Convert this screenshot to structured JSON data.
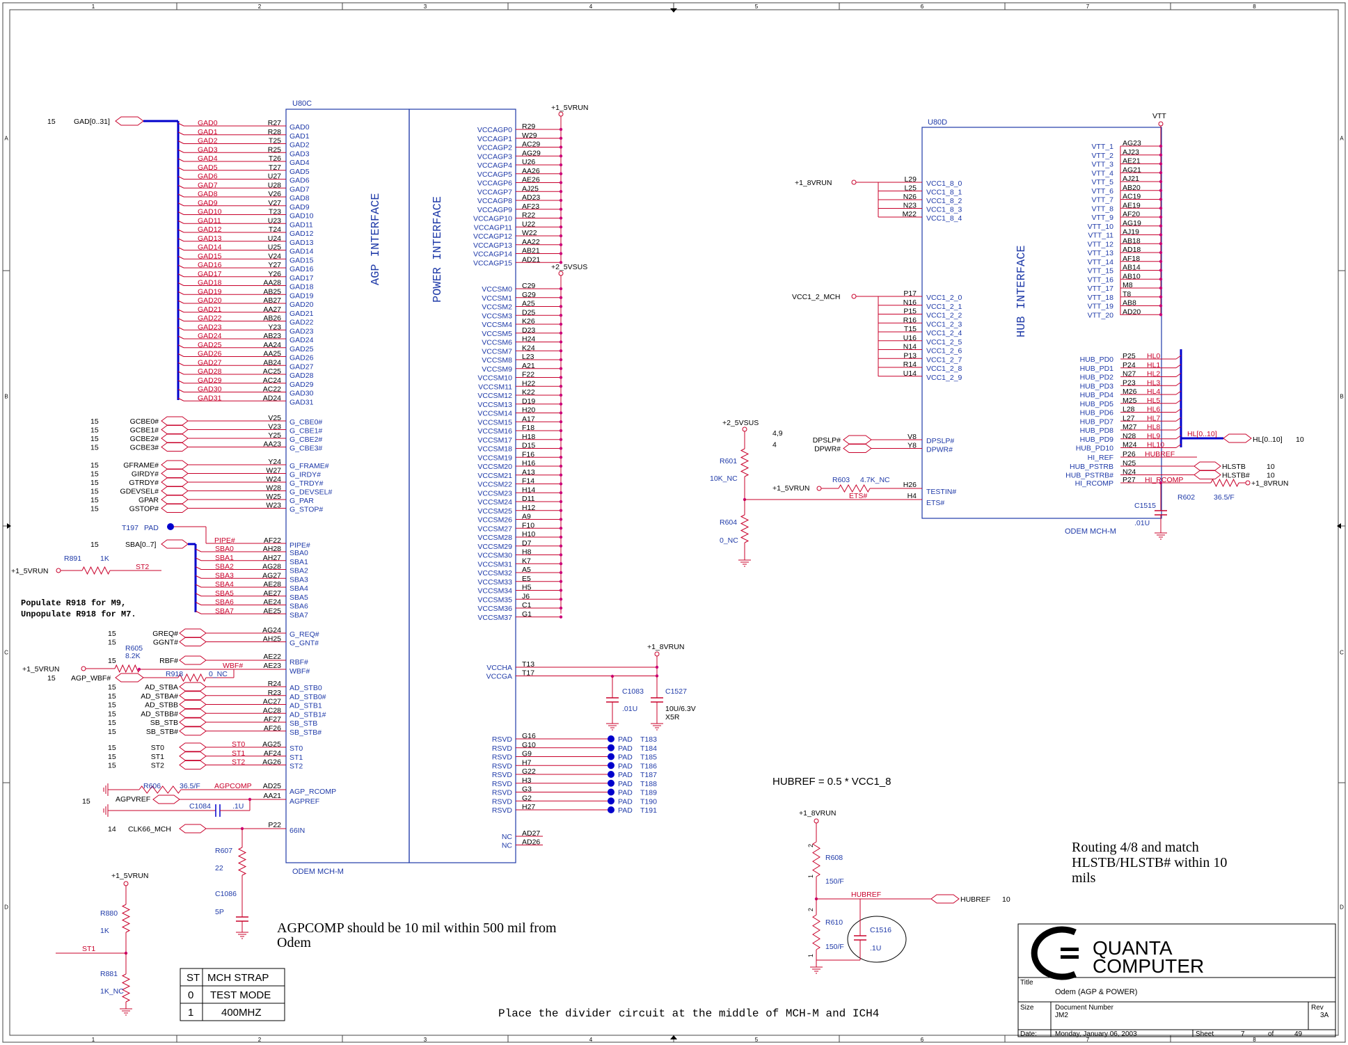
{
  "border": {
    "cols": [
      "1",
      "2",
      "3",
      "4",
      "5",
      "6",
      "7",
      "8"
    ],
    "rows": [
      "A",
      "B",
      "C",
      "D"
    ]
  },
  "u80c": {
    "ref": "U80C",
    "footer": "ODEM MCH-M",
    "agp_title": "AGP INTERFACE",
    "power_title": "POWER INTERFACE",
    "gad_port": {
      "sheet": "15",
      "name": "GAD[0..31]"
    },
    "gad": [
      {
        "net": "GAD0",
        "pin": "R27",
        "sig": "GAD0"
      },
      {
        "net": "GAD1",
        "pin": "R28",
        "sig": "GAD1"
      },
      {
        "net": "GAD2",
        "pin": "T25",
        "sig": "GAD2"
      },
      {
        "net": "GAD3",
        "pin": "R25",
        "sig": "GAD3"
      },
      {
        "net": "GAD4",
        "pin": "T26",
        "sig": "GAD4"
      },
      {
        "net": "GAD5",
        "pin": "T27",
        "sig": "GAD5"
      },
      {
        "net": "GAD6",
        "pin": "U27",
        "sig": "GAD6"
      },
      {
        "net": "GAD7",
        "pin": "U28",
        "sig": "GAD7"
      },
      {
        "net": "GAD8",
        "pin": "V26",
        "sig": "GAD8"
      },
      {
        "net": "GAD9",
        "pin": "V27",
        "sig": "GAD9"
      },
      {
        "net": "GAD10",
        "pin": "T23",
        "sig": "GAD10"
      },
      {
        "net": "GAD11",
        "pin": "U23",
        "sig": "GAD11"
      },
      {
        "net": "GAD12",
        "pin": "T24",
        "sig": "GAD12"
      },
      {
        "net": "GAD13",
        "pin": "U24",
        "sig": "GAD13"
      },
      {
        "net": "GAD14",
        "pin": "U25",
        "sig": "GAD14"
      },
      {
        "net": "GAD15",
        "pin": "V24",
        "sig": "GAD15"
      },
      {
        "net": "GAD16",
        "pin": "Y27",
        "sig": "GAD16"
      },
      {
        "net": "GAD17",
        "pin": "Y26",
        "sig": "GAD17"
      },
      {
        "net": "GAD18",
        "pin": "AA28",
        "sig": "GAD18"
      },
      {
        "net": "GAD19",
        "pin": "AB25",
        "sig": "GAD19"
      },
      {
        "net": "GAD20",
        "pin": "AB27",
        "sig": "GAD20"
      },
      {
        "net": "GAD21",
        "pin": "AA27",
        "sig": "GAD21"
      },
      {
        "net": "GAD22",
        "pin": "AB26",
        "sig": "GAD22"
      },
      {
        "net": "GAD23",
        "pin": "Y23",
        "sig": "GAD23"
      },
      {
        "net": "GAD24",
        "pin": "AB23",
        "sig": "GAD24"
      },
      {
        "net": "GAD25",
        "pin": "AA24",
        "sig": "GAD25"
      },
      {
        "net": "GAD26",
        "pin": "AA25",
        "sig": "GAD26"
      },
      {
        "net": "GAD27",
        "pin": "AB24",
        "sig": "GAD27"
      },
      {
        "net": "GAD28",
        "pin": "AC25",
        "sig": "GAD28"
      },
      {
        "net": "GAD29",
        "pin": "AC24",
        "sig": "GAD29"
      },
      {
        "net": "GAD30",
        "pin": "AC22",
        "sig": "GAD30"
      },
      {
        "net": "GAD31",
        "pin": "AD24",
        "sig": "GAD31"
      }
    ],
    "gcbe": [
      {
        "sheet": "15",
        "port": "GCBE0#",
        "pin": "V25",
        "sig": "G_CBE0#"
      },
      {
        "sheet": "15",
        "port": "GCBE1#",
        "pin": "V23",
        "sig": "G_CBE1#"
      },
      {
        "sheet": "15",
        "port": "GCBE2#",
        "pin": "Y25",
        "sig": "G_CBE2#"
      },
      {
        "sheet": "15",
        "port": "GCBE3#",
        "pin": "AA23",
        "sig": "G_CBE3#"
      }
    ],
    "gctl": [
      {
        "sheet": "15",
        "port": "GFRAME#",
        "pin": "Y24",
        "sig": "G_FRAME#"
      },
      {
        "sheet": "15",
        "port": "GIRDY#",
        "pin": "W27",
        "sig": "G_IRDY#"
      },
      {
        "sheet": "15",
        "port": "GTRDY#",
        "pin": "W24",
        "sig": "G_TRDY#"
      },
      {
        "sheet": "15",
        "port": "GDEVSEL#",
        "pin": "W28",
        "sig": "G_DEVSEL#"
      },
      {
        "sheet": "15",
        "port": "GPAR",
        "pin": "W25",
        "sig": "G_PAR"
      },
      {
        "sheet": "15",
        "port": "GSTOP#",
        "pin": "W23",
        "sig": "G_STOP#"
      }
    ],
    "t197": {
      "ref": "T197",
      "pad": "PAD"
    },
    "pipe": {
      "net": "PIPE#",
      "pin": "AF22",
      "sig": "PIPE#"
    },
    "sba_port": {
      "sheet": "15",
      "name": "SBA[0..7]"
    },
    "sba": [
      {
        "net": "SBA0",
        "pin": "AH28",
        "sig": "SBA0"
      },
      {
        "net": "SBA1",
        "pin": "AH27",
        "sig": "SBA1"
      },
      {
        "net": "SBA2",
        "pin": "AG28",
        "sig": "SBA2"
      },
      {
        "net": "SBA3",
        "pin": "AG27",
        "sig": "SBA3"
      },
      {
        "net": "SBA4",
        "pin": "AE28",
        "sig": "SBA4"
      },
      {
        "net": "SBA5",
        "pin": "AE27",
        "sig": "SBA5"
      },
      {
        "net": "SBA6",
        "pin": "AE24",
        "sig": "SBA6"
      },
      {
        "net": "SBA7",
        "pin": "AE25",
        "sig": "SBA7"
      }
    ],
    "r891": {
      "ref": "R891",
      "val": "1K",
      "rail": "+1_5VRUN",
      "net": "ST2"
    },
    "note_r918": [
      "Populate R918 for M9,",
      "Unpopulate R918 for M7."
    ],
    "greq": [
      {
        "sheet": "15",
        "port": "GREQ#",
        "pin": "AG24",
        "sig": "G_REQ#"
      },
      {
        "sheet": "15",
        "port": "GGNT#",
        "pin": "AH25",
        "sig": "G_GNT#"
      }
    ],
    "rbf": {
      "sheet": "15",
      "port": "RBF#",
      "net": "WBF#",
      "pin1": "AE22",
      "pin2": "AE23",
      "sig1": "RBF#",
      "sig2": "WBF#"
    },
    "r605": {
      "ref": "R605",
      "val": "8.2K",
      "rail": "+1_5VRUN"
    },
    "r918": {
      "ref": "R918",
      "val": "0_NC"
    },
    "agp_wbf": {
      "sheet": "15",
      "port": "AGP_WBF#"
    },
    "strobes": [
      {
        "sheet": "15",
        "port": "AD_STBA",
        "pin": "R24",
        "sig": "AD_STB0"
      },
      {
        "sheet": "15",
        "port": "AD_STBA#",
        "pin": "R23",
        "sig": "AD_STB0#"
      },
      {
        "sheet": "15",
        "port": "AD_STBB",
        "pin": "AC27",
        "sig": "AD_STB1"
      },
      {
        "sheet": "15",
        "port": "AD_STBB#",
        "pin": "AC28",
        "sig": "AD_STB1#"
      },
      {
        "sheet": "15",
        "port": "SB_STB",
        "pin": "AF27",
        "sig": "SB_STB"
      },
      {
        "sheet": "15",
        "port": "SB_STB#",
        "pin": "AF26",
        "sig": "SB_STB#"
      }
    ],
    "st": [
      {
        "sheet": "15",
        "port": "ST0",
        "net": "ST0",
        "pin": "AG25",
        "sig": "ST0"
      },
      {
        "sheet": "15",
        "port": "ST1",
        "net": "ST1",
        "pin": "AF24",
        "sig": "ST1"
      },
      {
        "sheet": "15",
        "port": "ST2",
        "net": "ST2",
        "pin": "AG26",
        "sig": "ST2"
      }
    ],
    "rcomp": {
      "r606": "R606",
      "r606val": "36.5/F",
      "net": "AGPCOMP",
      "pin1": "AD25",
      "pin2": "AA21",
      "sig1": "AGP_RCOMP",
      "sig2": "AGPREF",
      "vref_sheet": "15",
      "vref": "AGPVREF",
      "c1084": "C1084",
      "c1084val": ".1U"
    },
    "clk": {
      "sheet": "14",
      "port": "CLK66_MCH",
      "pin": "P22",
      "sig": "66IN",
      "r607": "R607",
      "r607val": "22",
      "c1086": "C1086",
      "c1086val": "5P"
    },
    "vccagp_rail": "+1_5VRUN",
    "vccagp": [
      {
        "sig": "VCCAGP0",
        "pin": "R29"
      },
      {
        "sig": "VCCAGP1",
        "pin": "W29"
      },
      {
        "sig": "VCCAGP2",
        "pin": "AC29"
      },
      {
        "sig": "VCCAGP3",
        "pin": "AG29"
      },
      {
        "sig": "VCCAGP4",
        "pin": "U26"
      },
      {
        "sig": "VCCAGP5",
        "pin": "AA26"
      },
      {
        "sig": "VCCAGP6",
        "pin": "AE26"
      },
      {
        "sig": "VCCAGP7",
        "pin": "AJ25"
      },
      {
        "sig": "VCCAGP8",
        "pin": "AD23"
      },
      {
        "sig": "VCCAGP9",
        "pin": "AF23"
      },
      {
        "sig": "VCCAGP10",
        "pin": "R22"
      },
      {
        "sig": "VCCAGP11",
        "pin": "U22"
      },
      {
        "sig": "VCCAGP12",
        "pin": "W22"
      },
      {
        "sig": "VCCAGP13",
        "pin": "AA22"
      },
      {
        "sig": "VCCAGP14",
        "pin": "AB21"
      },
      {
        "sig": "VCCAGP15",
        "pin": "AD21"
      }
    ],
    "vccsm_rail": "+2_5VSUS",
    "vccsm": [
      {
        "sig": "VCCSM0",
        "pin": "C29"
      },
      {
        "sig": "VCCSM1",
        "pin": "G29"
      },
      {
        "sig": "VCCSM2",
        "pin": "A25"
      },
      {
        "sig": "VCCSM3",
        "pin": "D25"
      },
      {
        "sig": "VCCSM4",
        "pin": "K26"
      },
      {
        "sig": "VCCSM5",
        "pin": "D23"
      },
      {
        "sig": "VCCSM6",
        "pin": "H24"
      },
      {
        "sig": "VCCSM7",
        "pin": "K24"
      },
      {
        "sig": "VCCSM8",
        "pin": "L23"
      },
      {
        "sig": "VCCSM9",
        "pin": "A21"
      },
      {
        "sig": "VCCSM10",
        "pin": "F22"
      },
      {
        "sig": "VCCSM11",
        "pin": "H22"
      },
      {
        "sig": "VCCSM12",
        "pin": "K22"
      },
      {
        "sig": "VCCSM13",
        "pin": "D19"
      },
      {
        "sig": "VCCSM14",
        "pin": "H20"
      },
      {
        "sig": "VCCSM15",
        "pin": "A17"
      },
      {
        "sig": "VCCSM16",
        "pin": "F18"
      },
      {
        "sig": "VCCSM17",
        "pin": "H18"
      },
      {
        "sig": "VCCSM18",
        "pin": "D15"
      },
      {
        "sig": "VCCSM19",
        "pin": "F16"
      },
      {
        "sig": "VCCSM20",
        "pin": "H16"
      },
      {
        "sig": "VCCSM21",
        "pin": "A13"
      },
      {
        "sig": "VCCSM22",
        "pin": "F14"
      },
      {
        "sig": "VCCSM23",
        "pin": "H14"
      },
      {
        "sig": "VCCSM24",
        "pin": "D11"
      },
      {
        "sig": "VCCSM25",
        "pin": "H12"
      },
      {
        "sig": "VCCSM26",
        "pin": "A9"
      },
      {
        "sig": "VCCSM27",
        "pin": "F10"
      },
      {
        "sig": "VCCSM28",
        "pin": "H10"
      },
      {
        "sig": "VCCSM29",
        "pin": "D7"
      },
      {
        "sig": "VCCSM30",
        "pin": "H8"
      },
      {
        "sig": "VCCSM31",
        "pin": "K7"
      },
      {
        "sig": "VCCSM32",
        "pin": "A5"
      },
      {
        "sig": "VCCSM33",
        "pin": "E5"
      },
      {
        "sig": "VCCSM34",
        "pin": "H5"
      },
      {
        "sig": "VCCSM35",
        "pin": "J6"
      },
      {
        "sig": "VCCSM36",
        "pin": "C1"
      },
      {
        "sig": "VCCSM37",
        "pin": "G1"
      }
    ],
    "vccha": {
      "rail": "+1_8VRUN",
      "rows": [
        {
          "sig": "VCCHA",
          "pin": "T13"
        },
        {
          "sig": "VCCGA",
          "pin": "T17"
        }
      ],
      "c1083": "C1083",
      "c1083val": ".01U",
      "c1527": "C1527",
      "c1527val": "10U/6.3V",
      "c1527val2": "X5R"
    },
    "rsvd": [
      {
        "sig": "RSVD",
        "pin": "G16",
        "pad": "PAD",
        "tp": "T183"
      },
      {
        "sig": "RSVD",
        "pin": "G10",
        "pad": "PAD",
        "tp": "T184"
      },
      {
        "sig": "RSVD",
        "pin": "G9",
        "pad": "PAD",
        "tp": "T185"
      },
      {
        "sig": "RSVD",
        "pin": "H7",
        "pad": "PAD",
        "tp": "T186"
      },
      {
        "sig": "RSVD",
        "pin": "G22",
        "pad": "PAD",
        "tp": "T187"
      },
      {
        "sig": "RSVD",
        "pin": "H3",
        "pad": "PAD",
        "tp": "T188"
      },
      {
        "sig": "RSVD",
        "pin": "G3",
        "pad": "PAD",
        "tp": "T189"
      },
      {
        "sig": "RSVD",
        "pin": "G2",
        "pad": "PAD",
        "tp": "T190"
      },
      {
        "sig": "RSVD",
        "pin": "H27",
        "pad": "PAD",
        "tp": "T191"
      }
    ],
    "nc": [
      {
        "sig": "NC",
        "pin": "AD27"
      },
      {
        "sig": "NC",
        "pin": "AD26"
      }
    ]
  },
  "u80d": {
    "ref": "U80D",
    "footer": "ODEM MCH-M",
    "title": "HUB INTERFACE",
    "vtt_rail": "VTT",
    "vtt": [
      {
        "sig": "VTT_1",
        "pin": "AG23"
      },
      {
        "sig": "VTT_2",
        "pin": "AJ23"
      },
      {
        "sig": "VTT_3",
        "pin": "AE21"
      },
      {
        "sig": "VTT_4",
        "pin": "AG21"
      },
      {
        "sig": "VTT_5",
        "pin": "AJ21"
      },
      {
        "sig": "VTT_6",
        "pin": "AB20"
      },
      {
        "sig": "VTT_7",
        "pin": "AC19"
      },
      {
        "sig": "VTT_8",
        "pin": "AE19"
      },
      {
        "sig": "VTT_9",
        "pin": "AF20"
      },
      {
        "sig": "VTT_10",
        "pin": "AG19"
      },
      {
        "sig": "VTT_11",
        "pin": "AJ19"
      },
      {
        "sig": "VTT_12",
        "pin": "AB18"
      },
      {
        "sig": "VTT_13",
        "pin": "AD18"
      },
      {
        "sig": "VTT_14",
        "pin": "AF18"
      },
      {
        "sig": "VTT_15",
        "pin": "AB14"
      },
      {
        "sig": "VTT_16",
        "pin": "AB10"
      },
      {
        "sig": "VTT_17",
        "pin": "M8"
      },
      {
        "sig": "VTT_18",
        "pin": "T8"
      },
      {
        "sig": "VTT_19",
        "pin": "AB8"
      },
      {
        "sig": "VTT_20",
        "pin": "AD20"
      }
    ],
    "vcc18_rail": "+1_8VRUN",
    "vcc18": [
      {
        "pin": "L29",
        "sig": "VCC1_8_0"
      },
      {
        "pin": "L25",
        "sig": "VCC1_8_1"
      },
      {
        "pin": "N26",
        "sig": "VCC1_8_2"
      },
      {
        "pin": "N23",
        "sig": "VCC1_8_3"
      },
      {
        "pin": "M22",
        "sig": "VCC1_8_4"
      }
    ],
    "vcc12_rail": "VCC1_2_MCH",
    "vcc12": [
      {
        "pin": "P17",
        "sig": "VCC1_2_0"
      },
      {
        "pin": "N16",
        "sig": "VCC1_2_1"
      },
      {
        "pin": "P15",
        "sig": "VCC1_2_2"
      },
      {
        "pin": "R16",
        "sig": "VCC1_2_3"
      },
      {
        "pin": "T15",
        "sig": "VCC1_2_4"
      },
      {
        "pin": "U16",
        "sig": "VCC1_2_5"
      },
      {
        "pin": "N14",
        "sig": "VCC1_2_6"
      },
      {
        "pin": "P13",
        "sig": "VCC1_2_7"
      },
      {
        "pin": "R14",
        "sig": "VCC1_2_8"
      },
      {
        "pin": "U14",
        "sig": "VCC1_2_9"
      }
    ],
    "hub": [
      {
        "sig": "HUB_PD0",
        "pin": "P25",
        "net": "HL0"
      },
      {
        "sig": "HUB_PD1",
        "pin": "P24",
        "net": "HL1"
      },
      {
        "sig": "HUB_PD2",
        "pin": "N27",
        "net": "HL2"
      },
      {
        "sig": "HUB_PD3",
        "pin": "P23",
        "net": "HL3"
      },
      {
        "sig": "HUB_PD4",
        "pin": "M26",
        "net": "HL4"
      },
      {
        "sig": "HUB_PD5",
        "pin": "M25",
        "net": "HL5"
      },
      {
        "sig": "HUB_PD6",
        "pin": "L28",
        "net": "HL6"
      },
      {
        "sig": "HUB_PD7",
        "pin": "L27",
        "net": "HL7"
      },
      {
        "sig": "HUB_PD8",
        "pin": "M27",
        "net": "HL8"
      },
      {
        "sig": "HUB_PD9",
        "pin": "N28",
        "net": "HL9"
      },
      {
        "sig": "HUB_PD10",
        "pin": "M24",
        "net": "HL10"
      }
    ],
    "hl_bus": {
      "net": "HL[0..10]",
      "port": "HL[0..10]",
      "sheet": "10"
    },
    "hi_ref": {
      "sig": "HI_REF",
      "pin": "P26",
      "net": "HUBREF"
    },
    "pstrb": [
      {
        "sig": "HUB_PSTRB",
        "pin": "N25",
        "port": "HLSTB",
        "sheet": "10"
      },
      {
        "sig": "HUB_PSTRB#",
        "pin": "N24",
        "port": "HLSTB#",
        "sheet": "10"
      }
    ],
    "rcomp": {
      "sig": "HI_RCOMP",
      "pin": "P27",
      "net": "HI_RCOMP",
      "rail": "+1_8VRUN",
      "r602": "R602",
      "r602val": "36.5/F"
    },
    "c1515": {
      "ref": "C1515",
      "val": ".01U"
    },
    "dpslp": [
      {
        "sheet": "4,9",
        "port": "DPSLP#",
        "pin": "V8",
        "sig": "DPSLP#"
      },
      {
        "sheet": "4",
        "port": "DPWR#",
        "pin": "Y8",
        "sig": "DPWR#"
      }
    ],
    "test": {
      "rail_top": "+2_5VSUS",
      "r601": "R601",
      "r601val": "10K_NC",
      "rail": "+1_5VRUN",
      "r603": "R603",
      "r603val": "4.7K_NC",
      "net": "ETS#",
      "pin1": "H26",
      "pin2": "H4",
      "sig1": "TESTIN#",
      "sig2": "ETS#",
      "r604": "R604",
      "r604val": "0_NC"
    }
  },
  "hubref": {
    "formula": "HUBREF = 0.5 * VCC1_8",
    "rail": "+1_8VRUN",
    "r608": "R608",
    "r608val": "150/F",
    "r610": "R610",
    "r610val": "150/F",
    "c1516": "C1516",
    "c1516val": ".1U",
    "net": "HUBREF",
    "port": "HUBREF",
    "sheet": "10",
    "pins_top": [
      "2",
      "1"
    ],
    "pins_bot": [
      "2",
      "1"
    ]
  },
  "st1_divider": {
    "rail": "+1_5VRUN",
    "r880": "R880",
    "r880val": "1K",
    "r881": "R881",
    "r881val": "1K_NC",
    "net": "ST1"
  },
  "strap_table": {
    "headers": [
      "ST",
      "MCH STRAP"
    ],
    "rows": [
      [
        "0",
        "TEST MODE"
      ],
      [
        "1",
        "400MHZ"
      ]
    ]
  },
  "notes": {
    "agpcomp": [
      "AGPCOMP should be 10 mil within 500 mil from",
      "Odem"
    ],
    "routing": [
      "Routing 4/8 and match",
      "HLSTB/HLSTB# within 10",
      "mils"
    ],
    "divider": "Place the divider circuit at the middle of MCH-M and ICH4"
  },
  "title_block": {
    "company1": "QUANTA",
    "company2": "COMPUTER",
    "title_label": "Title",
    "title": "Odem (AGP & POWER)",
    "size_label": "Size",
    "docnum_label": "Document Number",
    "docnum": "JM2",
    "rev_label": "Rev",
    "rev": "3A",
    "date_label": "Date:",
    "date": "Monday, January 06, 2003",
    "sheet_label": "Sheet",
    "sheet": "7",
    "of_label": "of",
    "of": "49"
  },
  "colors": {
    "wire": "#c8002a",
    "text_blue": "#1f3aa8",
    "bus": "#0000cc",
    "border": "#444444",
    "junction": "#cc0077"
  }
}
